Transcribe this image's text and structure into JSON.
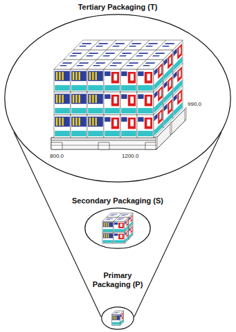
{
  "diagram": {
    "nodes": [
      {
        "text": [
          "Tertiary Packaging (T)"
        ]
      },
      {
        "text": [
          "Secondary Packaging (S)"
        ]
      },
      {
        "text": [
          "Primary Packaging (P)"
        ]
      }
    ],
    "labels": [
      "990.0",
      "800.0",
      "1200.0"
    ]
  }
}
